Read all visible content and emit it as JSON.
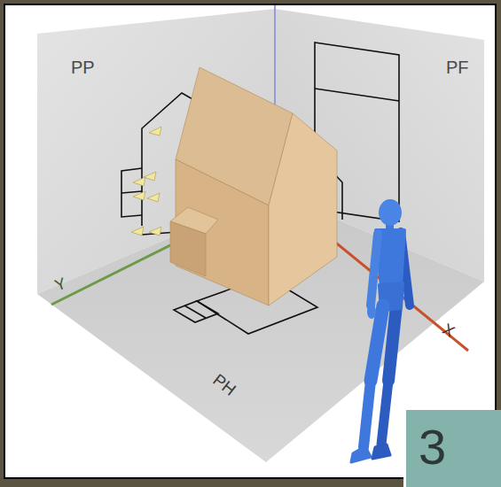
{
  "diagram": {
    "nodes": [
      {
        "text": [
          "3"
        ]
      }
    ],
    "labels": [
      "PP",
      "PF",
      "Y",
      "X",
      "PH"
    ]
  }
}
